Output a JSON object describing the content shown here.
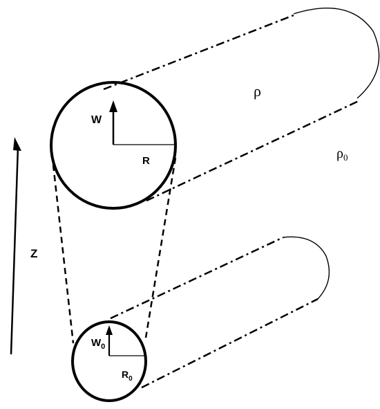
{
  "diagram": {
    "labels": {
      "upper_velocity": "W",
      "upper_radius": "R",
      "lower_velocity_base": "W",
      "lower_velocity_sub": "0",
      "lower_radius_base": "R",
      "lower_radius_sub": "0",
      "axis": "Z",
      "density_inside": "ρ",
      "density_ambient_base": "ρ",
      "density_ambient_sub": "0"
    },
    "colors": {
      "stroke": "#000000",
      "background": "#ffffff"
    }
  }
}
